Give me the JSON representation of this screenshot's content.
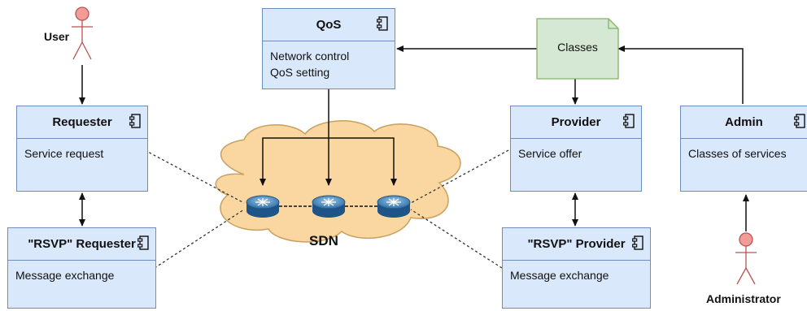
{
  "actors": {
    "user": "User",
    "administrator": "Administrator"
  },
  "qos": {
    "title": "QoS",
    "lines": [
      "Network control",
      "QoS setting"
    ]
  },
  "classes": {
    "title": "Classes"
  },
  "requester": {
    "title": "Requester",
    "lines": [
      "Service request"
    ]
  },
  "rsvp_requester": {
    "title": "\"RSVP\" Requester",
    "lines": [
      "Message exchange"
    ]
  },
  "provider": {
    "title": "Provider",
    "lines": [
      "Service offer"
    ]
  },
  "rsvp_provider": {
    "title": "\"RSVP\" Provider",
    "lines": [
      "Message exchange"
    ]
  },
  "admin": {
    "title": "Admin",
    "lines": [
      "Classes of services"
    ]
  },
  "cloud": {
    "label": "SDN"
  },
  "colors": {
    "component_fill": "#dae8fc",
    "component_stroke": "#6c8ebf",
    "note_fill": "#d5e8d4",
    "note_stroke": "#82b366",
    "cloud_fill": "#fad7a0",
    "cloud_stroke": "#c8a060",
    "actor_fill": "#f19c99",
    "actor_stroke": "#b85450"
  }
}
